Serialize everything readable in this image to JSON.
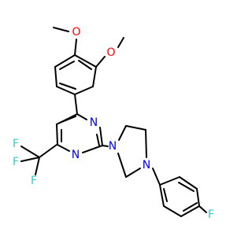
{
  "atom_labels": {
    "o_top": "O",
    "o_mid": "O",
    "n_pyr_upper": "N",
    "n_pyr_lower": "N",
    "n_pip_upper": "N",
    "n_pip_lower": "N",
    "f_cf3_a": "F",
    "f_cf3_b": "F",
    "f_cf3_c": "F",
    "f_aryl": "F"
  },
  "colors": {
    "bond": "#000000",
    "oxygen": "#FF0000",
    "nitrogen": "#0000FF",
    "fluorine": "#33CCCC"
  }
}
